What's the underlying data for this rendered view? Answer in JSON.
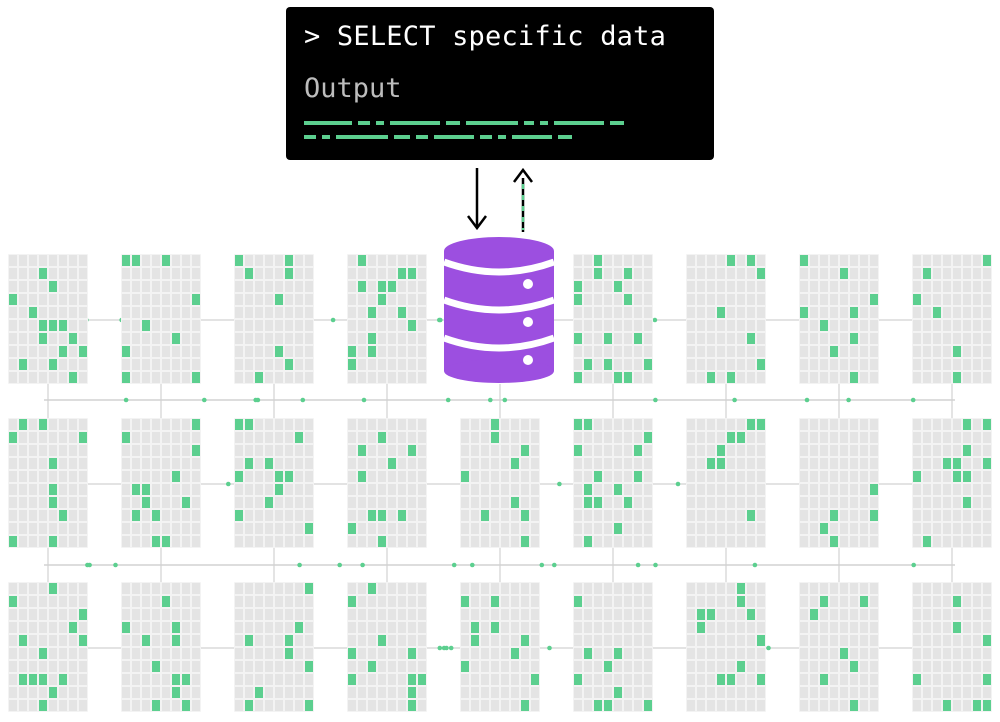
{
  "terminal": {
    "command": "> SELECT specific data",
    "output_label": "Output"
  },
  "colors": {
    "terminal_bg": "#000000",
    "terminal_text": "#ffffff",
    "output_text": "#bdbdbd",
    "accent_green": "#5ccf8f",
    "database_purple": "#9c4fe0",
    "grid_cell": "#e4e4e4",
    "connector_line": "#d2d2d2"
  },
  "icons": [
    "database-icon",
    "arrow-down-icon",
    "arrow-up-dashed-icon"
  ],
  "grid": {
    "rows": 3,
    "columns": 9,
    "cells_per_block": [
      8,
      10
    ],
    "database_replaces": {
      "row": 0,
      "col": 4
    }
  }
}
